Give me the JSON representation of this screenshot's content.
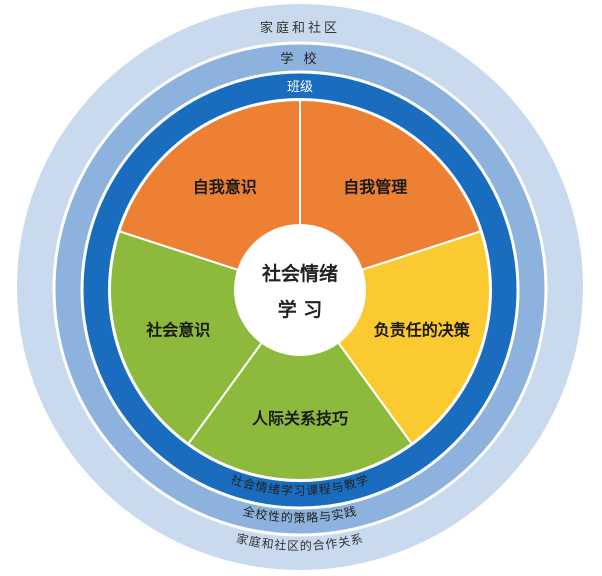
{
  "rings": {
    "outer_label": "家庭和社区",
    "middle_label": "学 校",
    "inner_label": "班级",
    "inner_bottom": "社会情绪学习课程与教学",
    "middle_bottom": "全校性的策略与实践",
    "outer_bottom": "家庭和社区的合作关系"
  },
  "center": {
    "line1": "社会情绪",
    "line2": "学 习"
  },
  "segments": [
    {
      "label": "自我管理",
      "color": "#ee8033"
    },
    {
      "label": "负责任的决策",
      "color": "#fbca30"
    },
    {
      "label": "人际关系技巧",
      "color": "#8dba3c"
    },
    {
      "label": "社会意识",
      "color": "#8dba3c"
    },
    {
      "label": "自我意识",
      "color": "#ee8033"
    }
  ],
  "colors": {
    "outer": "#c9daef",
    "middle": "#8db2dd",
    "inner": "#1a6dbe"
  }
}
